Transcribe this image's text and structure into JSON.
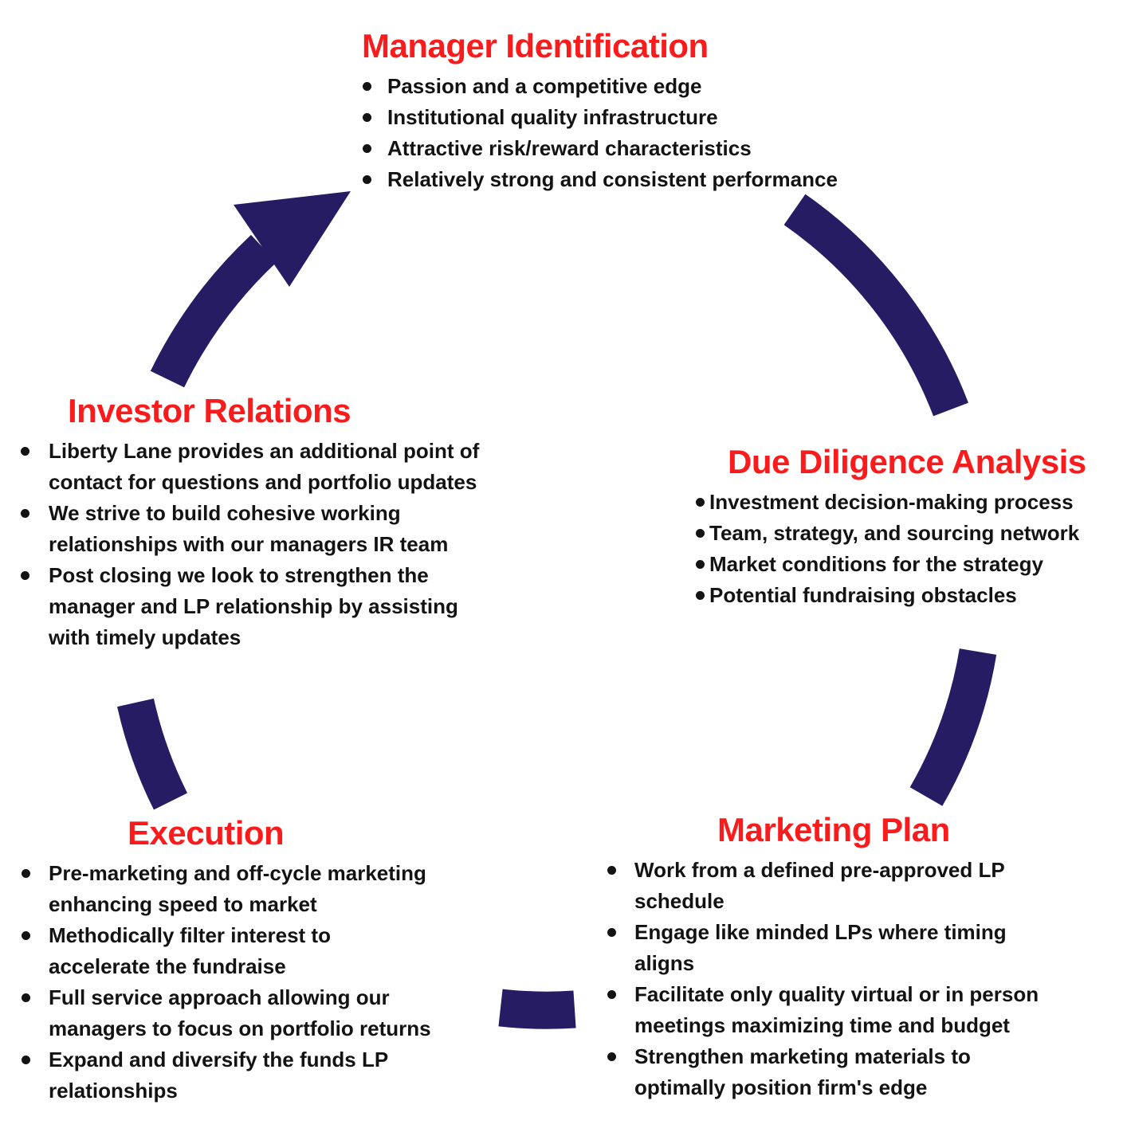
{
  "colors": {
    "heading_red": "#FA1C1C",
    "body_text": "#131313",
    "arrow_navy": "#261C64",
    "background": "#FFFFFF"
  },
  "sections": {
    "manager_identification": {
      "title": "Manager Identification",
      "bullets": [
        "Passion and a competitive edge",
        "Institutional quality infrastructure",
        "Attractive risk/reward characteristics",
        "Relatively strong and consistent performance"
      ]
    },
    "due_diligence": {
      "title": "Due Diligence Analysis",
      "bullets": [
        "Investment decision-making process",
        "Team, strategy, and sourcing network",
        "Market conditions for the strategy",
        "Potential fundraising obstacles"
      ]
    },
    "marketing_plan": {
      "title": "Marketing Plan",
      "bullets": [
        "Work from a defined pre-approved LP\nschedule",
        "Engage like minded LPs where timing\naligns",
        "Facilitate only quality virtual or in person\nmeetings maximizing time and budget",
        "Strengthen marketing materials to\noptimally position firm's edge"
      ]
    },
    "execution": {
      "title": "Execution",
      "bullets": [
        "Pre-marketing and off-cycle marketing\nenhancing speed to market",
        "Methodically filter interest to\naccelerate the fundraise",
        "Full service approach allowing our\nmanagers to focus on portfolio returns",
        "Expand and diversify the funds LP\nrelationships"
      ]
    },
    "investor_relations": {
      "title": "Investor Relations",
      "bullets": [
        "Liberty Lane provides an additional point of\ncontact for questions and portfolio updates",
        "We strive to build cohesive working\nrelationships with our managers IR team",
        "Post closing we look to strengthen the\nmanager and LP relationship by assisting\nwith timely updates"
      ]
    }
  }
}
